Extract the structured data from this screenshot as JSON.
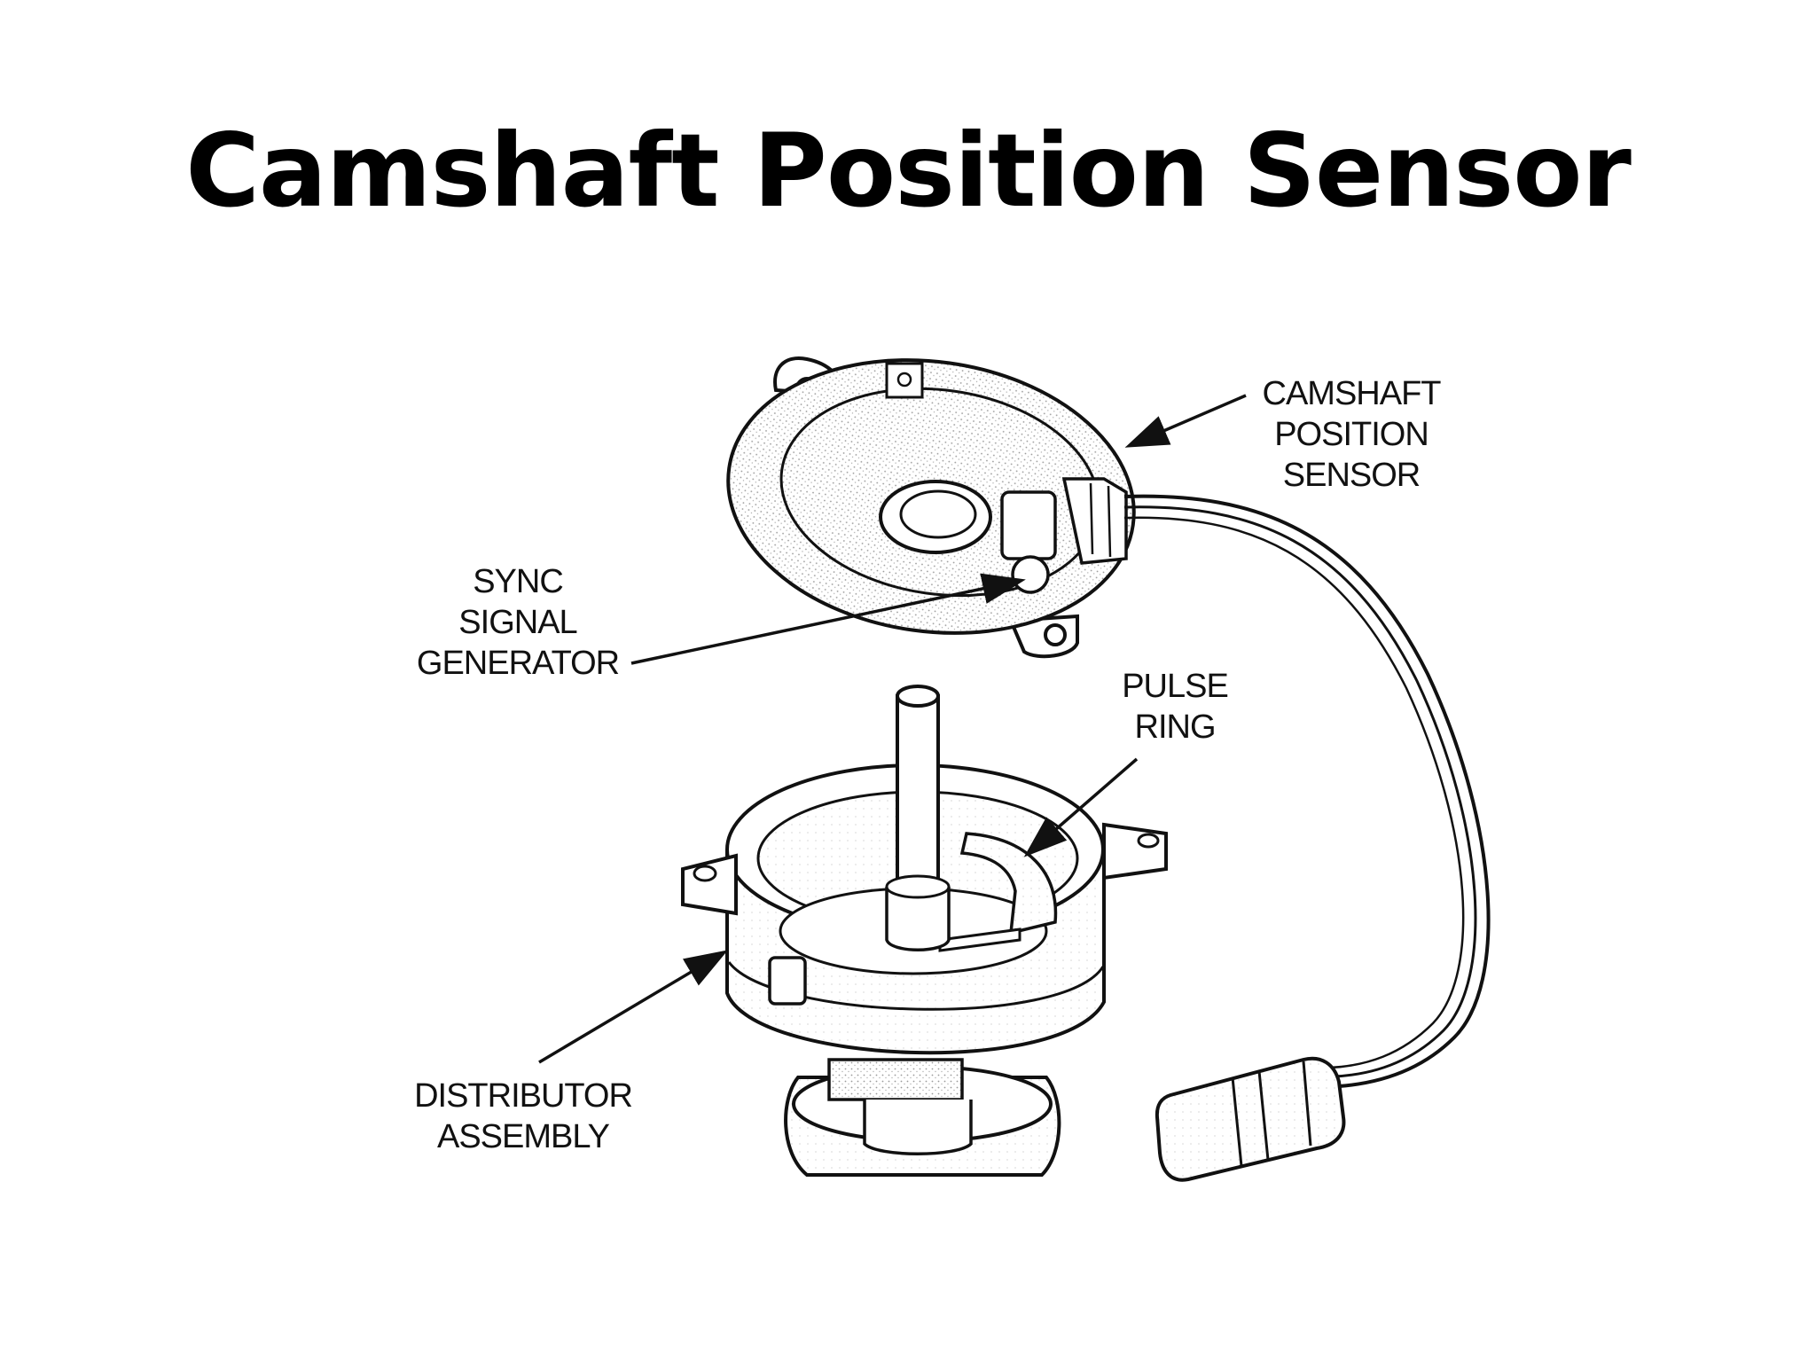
{
  "slide": {
    "title": "Camshaft Position Sensor"
  },
  "diagram": {
    "labels": {
      "camshaft_position_sensor": [
        "CAMSHAFT",
        "POSITION",
        "SENSOR"
      ],
      "sync_signal_generator": [
        "SYNC",
        "SIGNAL",
        "GENERATOR"
      ],
      "pulse_ring": [
        "PULSE",
        "RING"
      ],
      "distributor_assembly": [
        "DISTRIBUTOR",
        "ASSEMBLY"
      ]
    }
  },
  "colors": {
    "background": "#ffffff",
    "ink": "#111111",
    "stipple": "#b8b8b8"
  }
}
